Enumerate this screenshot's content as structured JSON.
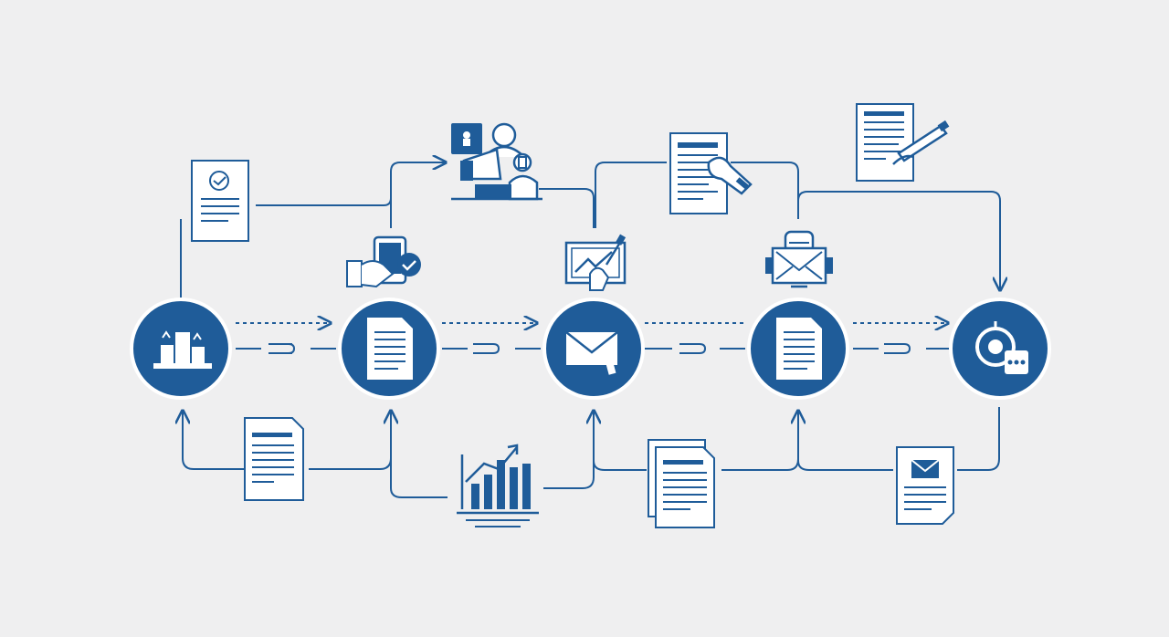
{
  "diagram": {
    "type": "workflow",
    "colors": {
      "primary": "#1f5c99",
      "background": "#efeff0",
      "paper": "#ffffff"
    },
    "main_nodes": [
      {
        "id": "node-1",
        "icon": "office-building-icon"
      },
      {
        "id": "node-2",
        "icon": "document-icon"
      },
      {
        "id": "node-3",
        "icon": "email-signature-icon"
      },
      {
        "id": "node-4",
        "icon": "document-icon"
      },
      {
        "id": "node-5",
        "icon": "target-chat-icon"
      }
    ],
    "side_icons": [
      "report-document-icon",
      "mobile-approval-icon",
      "marketing-team-icon",
      "presentation-board-icon",
      "contract-signing-icon",
      "mail-printer-icon",
      "document-signing-icon",
      "text-document-icon",
      "growth-chart-icon",
      "stacked-documents-icon",
      "letter-document-icon"
    ]
  }
}
